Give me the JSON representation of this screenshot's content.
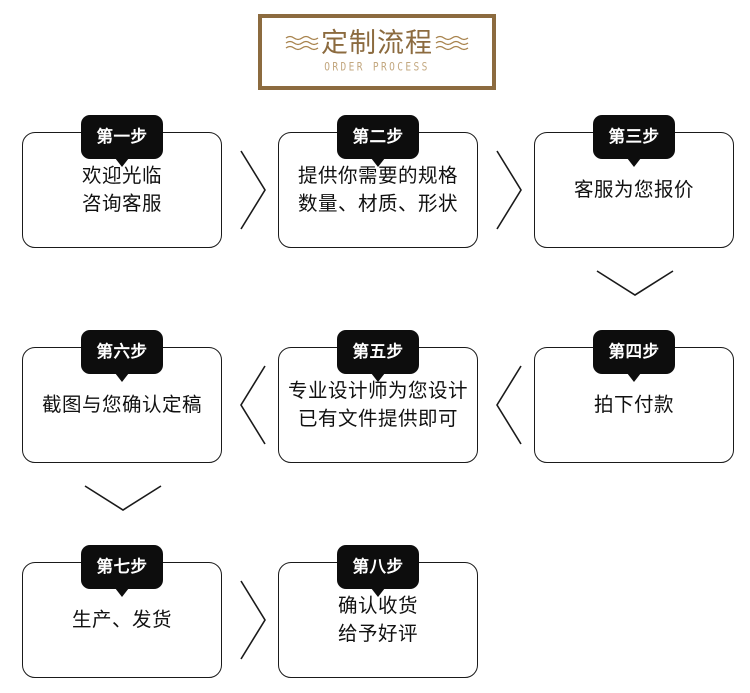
{
  "header": {
    "title": "定制流程",
    "subtitle": "ORDER PROCESS",
    "border_color": "#8c6b3f",
    "title_color": "#8c6b3f",
    "subtitle_color": "#c3a880",
    "left_wave_icon": "wave-lines-icon",
    "right_wave_icon": "wave-lines-icon"
  },
  "flow": {
    "badge_color": "#0d0d0d",
    "box_border_color": "#1a1a1a",
    "steps": [
      {
        "badge": "第一步",
        "text": "欢迎光临\n咨询客服"
      },
      {
        "badge": "第二步",
        "text": "提供你需要的规格\n数量、材质、形状"
      },
      {
        "badge": "第三步",
        "text": "客服为您报价"
      },
      {
        "badge": "第四步",
        "text": "拍下付款"
      },
      {
        "badge": "第五步",
        "text": "专业设计师为您设计\n已有文件提供即可"
      },
      {
        "badge": "第六步",
        "text": "截图与您确认定稿"
      },
      {
        "badge": "第七步",
        "text": "生产、发货"
      },
      {
        "badge": "第八步",
        "text": "确认收货\n给予好评"
      }
    ],
    "connectors": [
      {
        "name": "connector-step1-step2",
        "direction": "right"
      },
      {
        "name": "connector-step2-step3",
        "direction": "right"
      },
      {
        "name": "connector-step3-step4",
        "direction": "down"
      },
      {
        "name": "connector-step4-step5",
        "direction": "left"
      },
      {
        "name": "connector-step5-step6",
        "direction": "left"
      },
      {
        "name": "connector-step6-step7",
        "direction": "down"
      },
      {
        "name": "connector-step7-step8",
        "direction": "right"
      }
    ]
  }
}
